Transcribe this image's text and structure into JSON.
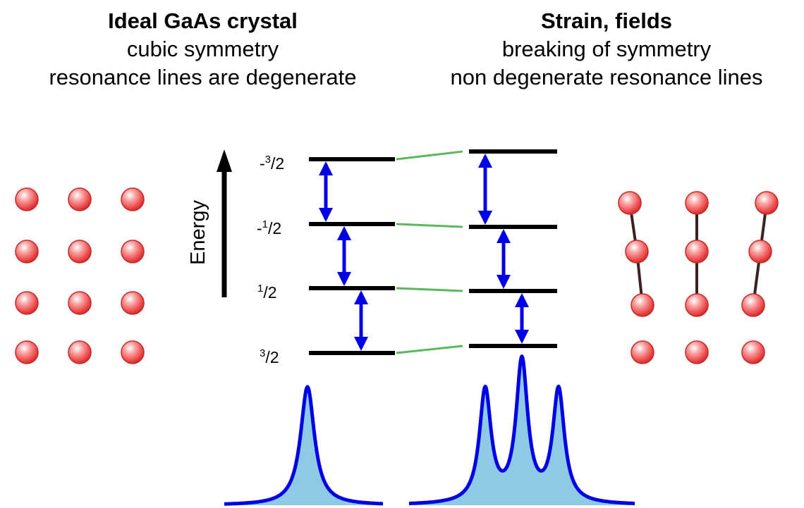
{
  "left_panel": {
    "title": "Ideal GaAs crystal",
    "line1": "cubic symmetry",
    "line2": "resonance lines are degenerate"
  },
  "right_panel": {
    "title": "Strain, fields",
    "line1": "breaking of symmetry",
    "line2": "non degenerate resonance lines"
  },
  "axis": {
    "label": "Energy"
  },
  "levels": [
    {
      "sign": "-",
      "num": "3",
      "den": "2"
    },
    {
      "sign": "-",
      "num": "1",
      "den": "2"
    },
    {
      "sign": "",
      "num": "1",
      "den": "2"
    },
    {
      "sign": "",
      "num": "3",
      "den": "2"
    }
  ],
  "colors": {
    "atom": "#f05a5a",
    "bond": "#3a2222",
    "level": "#000000",
    "connector": "#5cb85c",
    "transition_arrow": "#0000e6",
    "spectrum_fill": "#8ecae6",
    "spectrum_line": "#0000e6"
  }
}
